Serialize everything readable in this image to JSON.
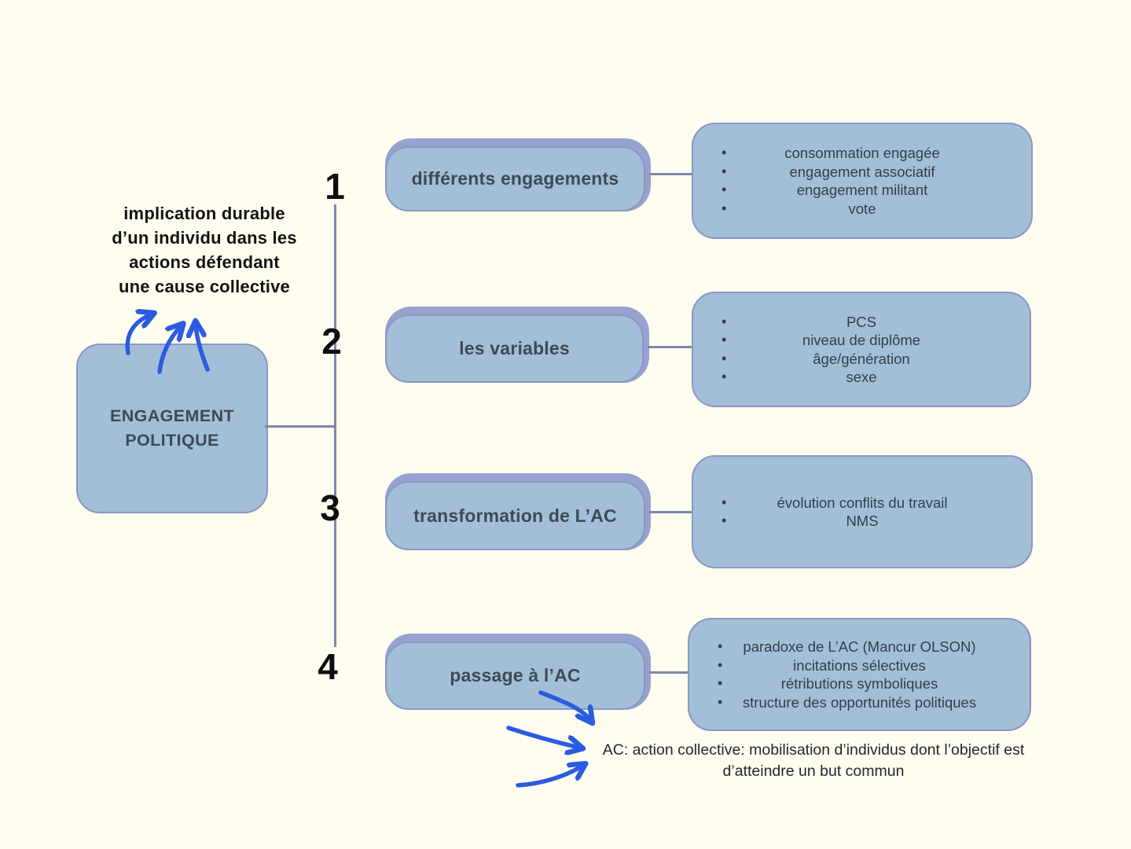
{
  "colors": {
    "background": "#FFFCF0",
    "node_fill": "#A2BFD7",
    "node_accent": "#98A2D0",
    "node_border": "#8C96C4",
    "connector_line": "#7E87AC",
    "arrow_blue": "#2B5BDF",
    "label_text": "#3E4A59",
    "heading_text": "#131313"
  },
  "root_node": {
    "title": "ENGAGEMENT POLITIQUE",
    "definition_lines": [
      "implication durable",
      "d’un individu dans les",
      "actions défendant",
      "une cause collective"
    ]
  },
  "branches": [
    {
      "number": "1",
      "label": "différents engagements",
      "items": [
        "consommation engagée",
        "engagement associatif",
        "engagement militant",
        "vote"
      ]
    },
    {
      "number": "2",
      "label": "les variables",
      "items": [
        "PCS",
        "niveau de diplôme",
        "âge/génération",
        "sexe"
      ]
    },
    {
      "number": "3",
      "label": "transformation de L’AC",
      "items": [
        "évolution conflits du travail",
        "NMS"
      ]
    },
    {
      "number": "4",
      "label": "passage à l’AC",
      "items": [
        "paradoxe de L’AC (Mancur OLSON)",
        "incitations sélectives",
        "rétributions symboliques",
        "structure des opportunités politiques"
      ]
    }
  ],
  "footnote_lines": [
    "AC: action collective: mobilisation d’individus dont l’objectif est",
    "d’atteindre un but commun"
  ],
  "bullet_glyph": "•"
}
